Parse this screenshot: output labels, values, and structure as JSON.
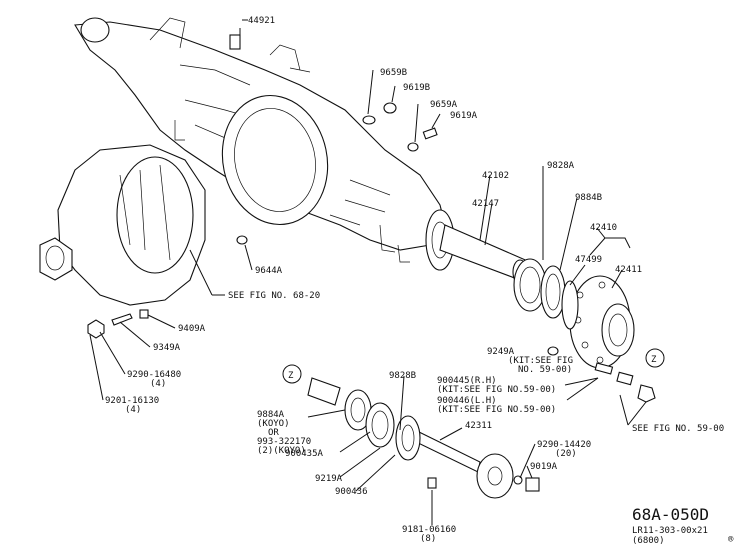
{
  "labels": {
    "p44921": "44921",
    "p9659B": "9659B",
    "p9619B": "9619B",
    "p9659A": "9659A",
    "p9619A": "9619A",
    "p9828A": "9828A",
    "p42102": "42102",
    "p42147": "42147",
    "p9884B": "9884B",
    "p42410": "42410",
    "p47499": "47499",
    "p42411": "42411",
    "p9644A": "9644A",
    "see6820": "SEE FIG NO. 68-20",
    "p9409A": "9409A",
    "p9349A": "9349A",
    "p9290_16480": "9290-16480",
    "p9290_16480_q": "(4)",
    "p9201_16130": "9201-16130",
    "p9201_16130_q": "(4)",
    "p9249A": "9249A",
    "kit1": "(KIT:SEE FIG",
    "kit1b": "NO. 59-00)",
    "p9828B": "9828B",
    "p900445": "900445(R.H)",
    "kit2": "(KIT:SEE FIG NO.59-00)",
    "p900446": "900446(L.H)",
    "kit3": "(KIT:SEE FIG NO.59-00)",
    "see5900": "SEE FIG NO. 59-00",
    "p9884A": "9884A",
    "koyo": "(KOYO)",
    "or": "OR",
    "p993": "993-322170",
    "p993q": "(2)(KOYO)",
    "p42311": "42311",
    "p900435A": "900435A",
    "p9290_14420": "9290-14420",
    "p9290_14420_q": "(20)",
    "p9019A": "9019A",
    "p9219A": "9219A",
    "p900436": "900436",
    "p9181": "9181-06160",
    "p9181q": "(8)",
    "z1": "Z",
    "z2": "Z",
    "figno": "68A-050D",
    "code1": "LR11-303-00x21",
    "code2": "(6800)",
    "reg": "®"
  }
}
